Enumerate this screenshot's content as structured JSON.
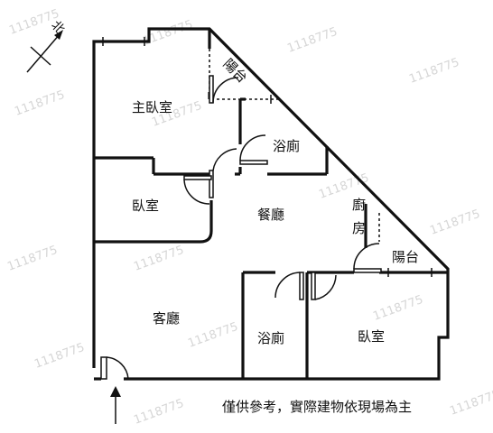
{
  "compass": {
    "label": "北"
  },
  "rooms": {
    "master_bedroom": "主臥室",
    "balcony_top": "陽台",
    "bathroom_top": "浴廁",
    "bedroom_left": "臥室",
    "dining": "餐廳",
    "kitchen_1": "廚",
    "kitchen_2": "房",
    "balcony_right": "陽台",
    "living": "客廳",
    "bathroom_bottom": "浴廁",
    "bedroom_bottom": "臥室"
  },
  "watermark": "1118775",
  "disclaimer": "僅供參考，實際建物依現場為主"
}
